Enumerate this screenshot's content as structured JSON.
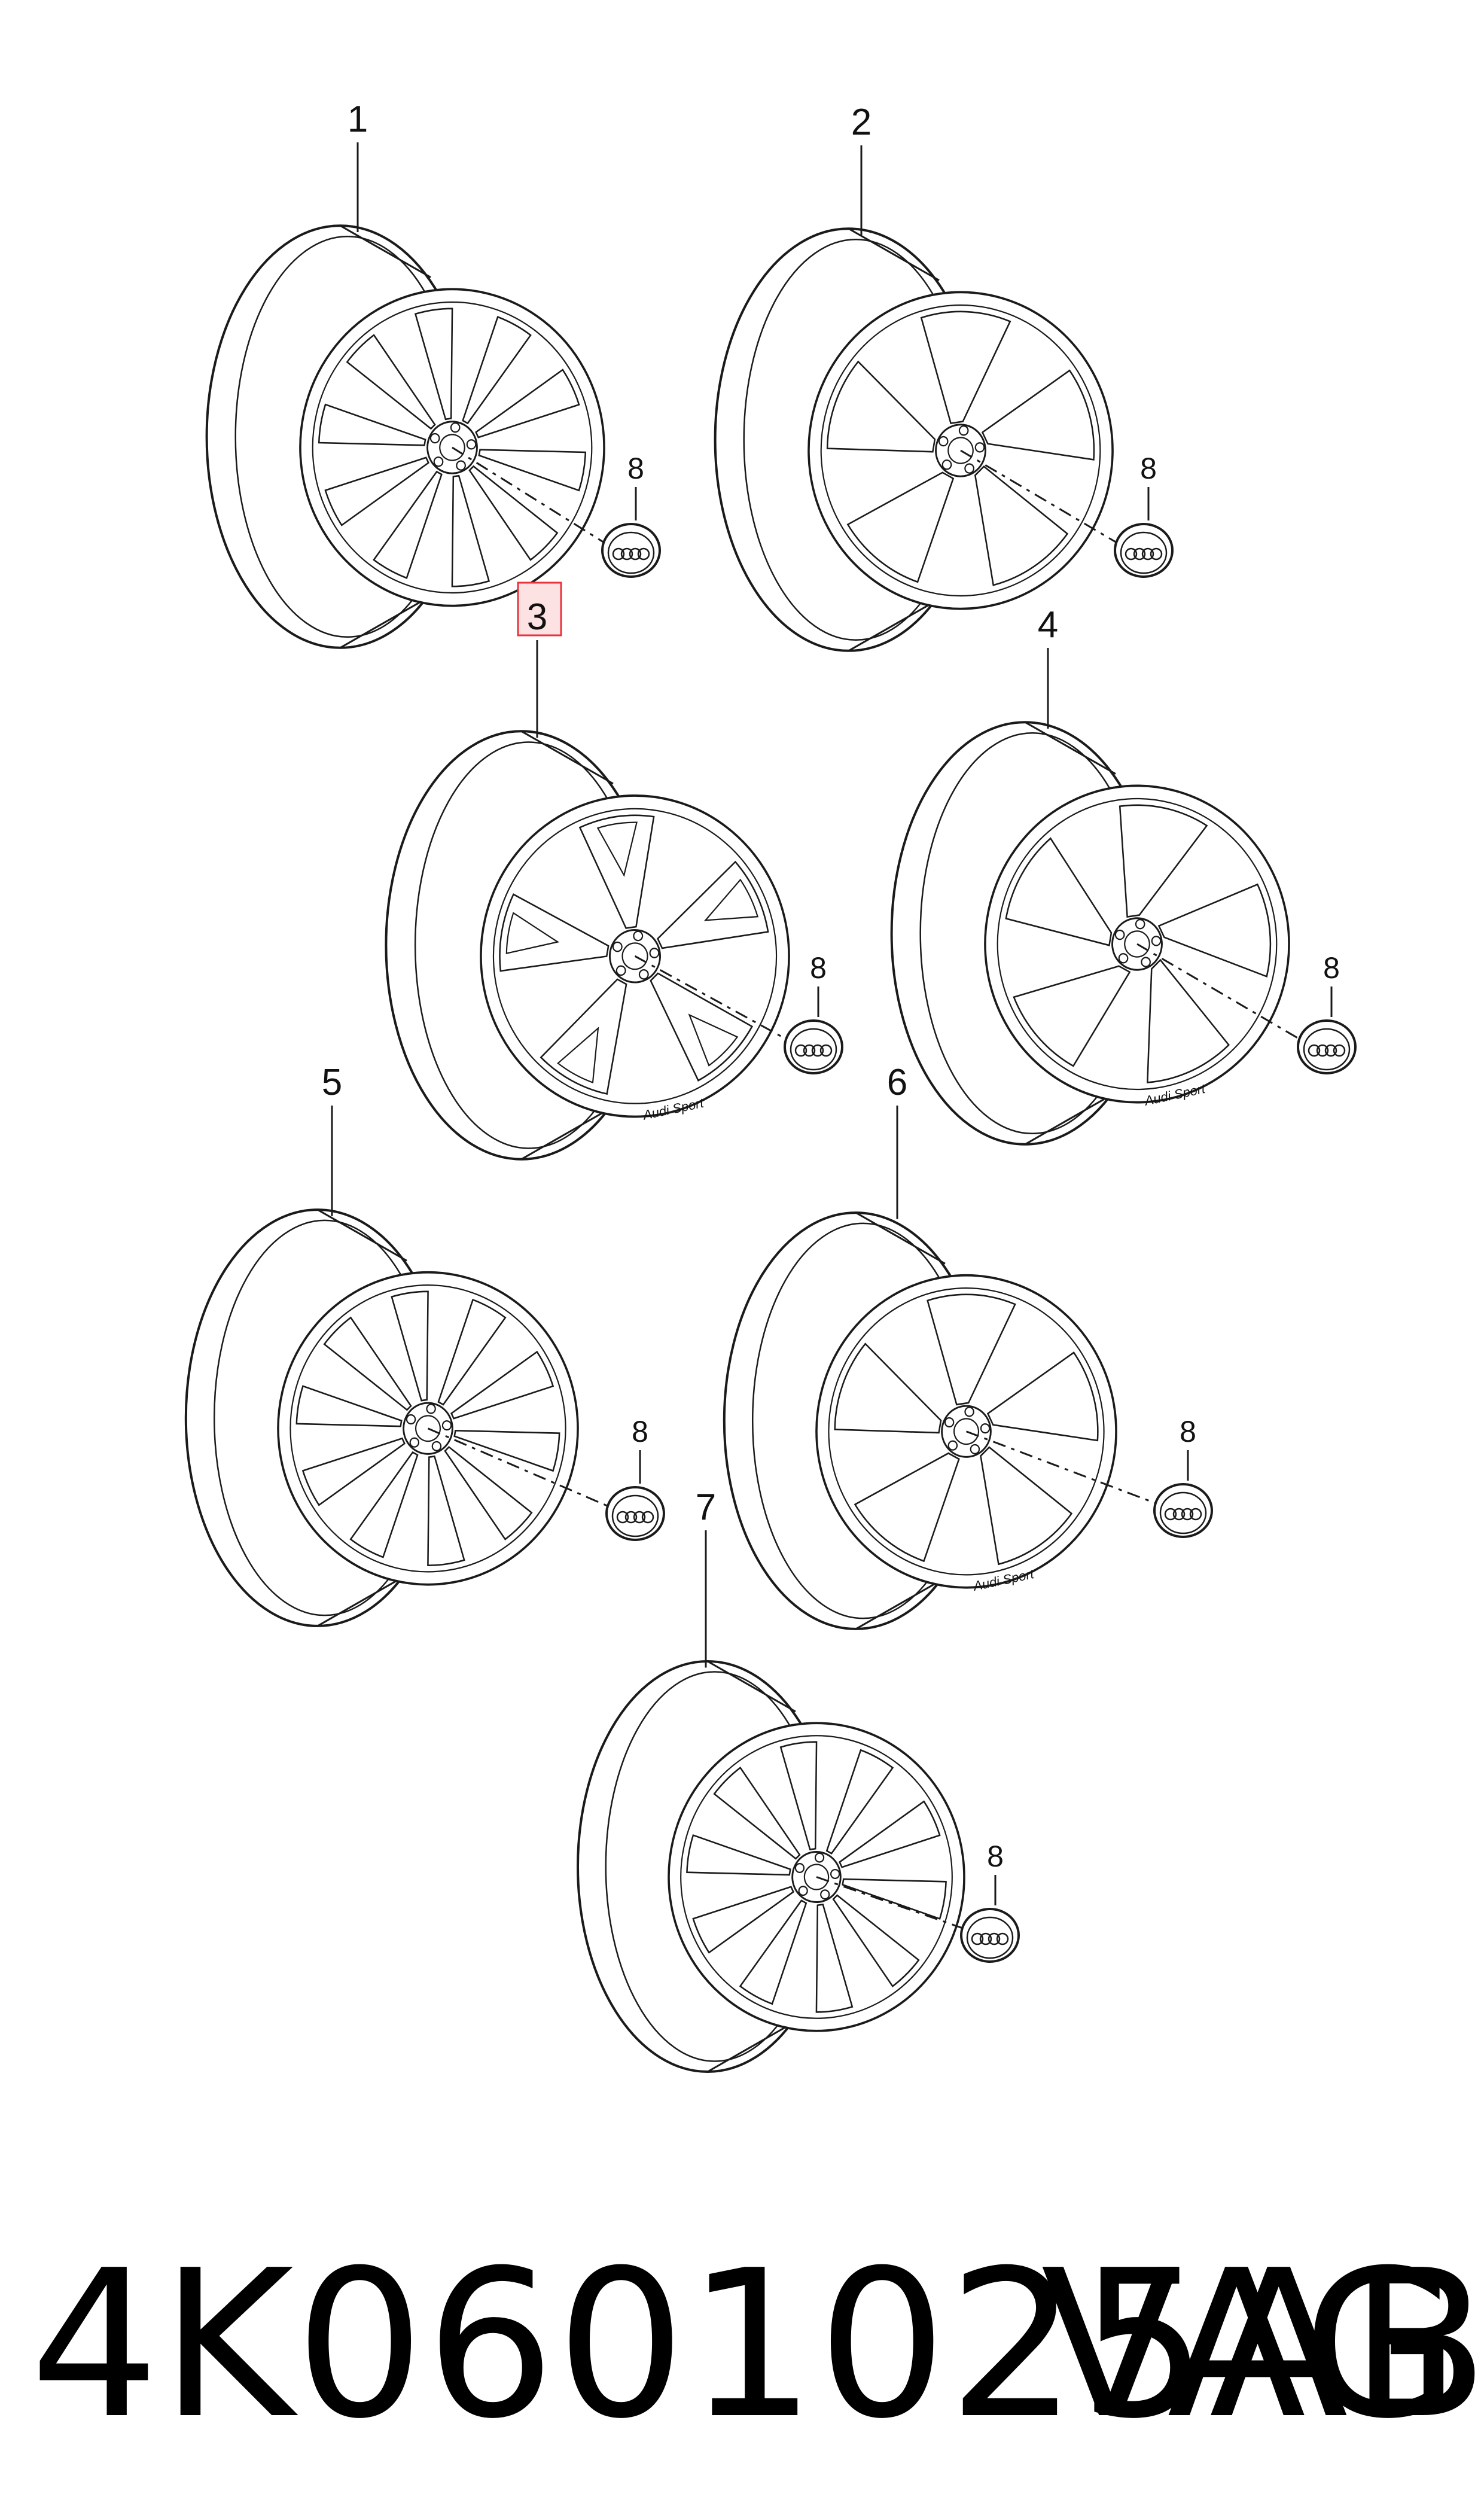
{
  "diagram": {
    "wheels": [
      {
        "label": "1",
        "style": "twin-spoke-10",
        "highlighted": false
      },
      {
        "label": "2",
        "style": "5-spoke-blade",
        "highlighted": false
      },
      {
        "label": "3",
        "style": "5-y-spoke",
        "highlighted": true,
        "marking": "Audi Sport"
      },
      {
        "label": "4",
        "style": "5-spoke-rotor",
        "highlighted": false,
        "marking": "Audi Sport"
      },
      {
        "label": "5",
        "style": "twin-spoke-10",
        "highlighted": false
      },
      {
        "label": "6",
        "style": "5-spoke-blade",
        "highlighted": false,
        "marking": "Audi Sport"
      },
      {
        "label": "7",
        "style": "10-spoke",
        "highlighted": false
      }
    ],
    "center_cap_label": "8",
    "highlight_color": "#e8323c",
    "highlight_fill": "#fde2e4"
  },
  "footer": {
    "part_number": "4K0601025AB",
    "brand": "VAG"
  }
}
